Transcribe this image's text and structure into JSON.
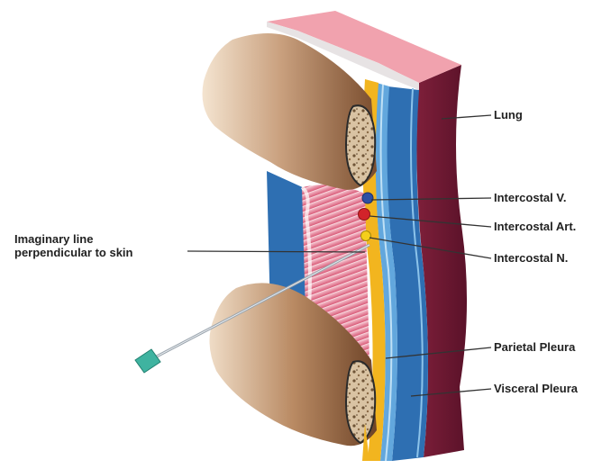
{
  "labels": {
    "lung": "Lung",
    "intercostal_vein": "Intercostal V.",
    "intercostal_artery": "Intercostal Art.",
    "intercostal_nerve": "Intercostal N.",
    "imaginary_line_1": "Imaginary line",
    "imaginary_line_2": "perpendicular to skin",
    "parietal_pleura": "Parietal Pleura",
    "visceral_pleura": "Visceral Pleura"
  },
  "colors": {
    "lung": "#6b1a33",
    "skin": "#f1a2ae",
    "fascia_blue": "#2e6fb2",
    "fat_yellow": "#f2b51f",
    "rib": "#9c6a43",
    "muscle": "#e57b95",
    "vein": "#2d4fa3",
    "artery": "#d2232a",
    "nerve": "#f4cf1c",
    "needle_hub": "#3fb3a0"
  }
}
